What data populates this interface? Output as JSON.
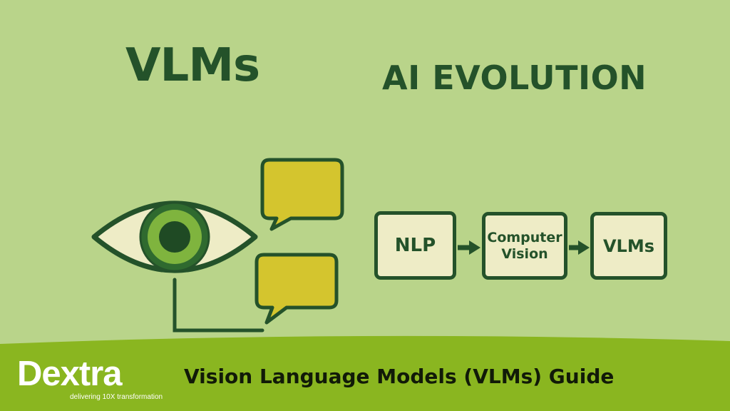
{
  "titles": {
    "left": "VLMs",
    "right": "AI EVOLUTION"
  },
  "flow": {
    "steps": [
      "NLP",
      "Computer Vision",
      "VLMs"
    ]
  },
  "footer": {
    "brand": "Dextra",
    "tagline": "delivering 10X transformation",
    "title": "Vision Language Models (VLMs) Guide"
  },
  "colors": {
    "background": "#b9d48a",
    "dark_green": "#24522a",
    "box_fill": "#eeecc6",
    "bubble_fill": "#d4c52e",
    "footer_green": "#8ab620"
  },
  "icons": [
    "eye-icon",
    "speech-bubble-icon",
    "arrow-right-icon"
  ]
}
